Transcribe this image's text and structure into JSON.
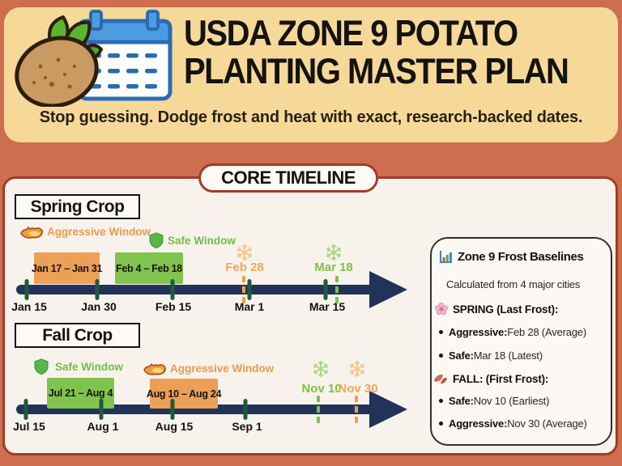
{
  "header": {
    "title_line1": "USDA ZONE 9 POTATO",
    "title_line2": "PLANTING MASTER PLAN",
    "subtitle": "Stop guessing. Dodge frost and heat with exact, research-backed dates."
  },
  "section_heading": "CORE TIMELINE",
  "spring": {
    "label": "Spring Crop",
    "legend": {
      "aggressive": "Aggressive Window",
      "safe": "Safe Window"
    },
    "aggressive_window": "Jan 17 – Jan 31",
    "safe_window": "Feb 4 – Feb 18",
    "frost_markers": {
      "aggressive": "Feb 28",
      "safe": "Mar 18"
    },
    "axis_labels": [
      "Jan 15",
      "Jan 30",
      "Feb 15",
      "Mar 1",
      "Mar 15"
    ]
  },
  "fall": {
    "label": "Fall Crop",
    "legend": {
      "safe": "Safe Window",
      "aggressive": "Aggressive Window"
    },
    "safe_window": "Jul 21 – Aug 4",
    "aggressive_window": "Aug 10 – Aug 24",
    "frost_markers": {
      "safe": "Nov 10",
      "aggressive": "Nov 30"
    },
    "axis_labels": [
      "Jul 15",
      "Aug 1",
      "Aug 15",
      "Sep 1"
    ]
  },
  "frost_panel": {
    "title": "Zone 9 Frost Baselines",
    "subtitle": "Calculated from 4 major cities",
    "spring_heading": "SPRING (Last Frost):",
    "spring_items": [
      {
        "label": "Aggressive:",
        "value": " Feb 28 (Average)"
      },
      {
        "label": "Safe:",
        "value": " Mar 18 (Latest)"
      }
    ],
    "fall_heading": "FALL: (First Frost):",
    "fall_items": [
      {
        "label": "Safe:",
        "value": " Nov 10 (Earliest)"
      },
      {
        "label": "Aggressive:",
        "value": " Nov 30 (Average)"
      }
    ]
  },
  "icons": {
    "potato-icon": "svg-potato-with-leaves",
    "calendar-icon": "svg-calendar",
    "flame-icon": "svg-flame",
    "shield-icon": "svg-shield",
    "snowflake-icon": "svg-snowflake",
    "bar-chart-icon": "svg-bars",
    "blossom-icon": "svg-pink-flower",
    "autumn-leaves-icon": "svg-leaves",
    "bullet-icon": "css-dot"
  },
  "colors": {
    "background_terracotta": "#cd6f4e",
    "header_cream": "#f6d999",
    "panel_offwhite": "#f8f2ec",
    "border_brick": "#a23b28",
    "timeline_navy": "#22335a",
    "aggressive_orange": "#ec9f57",
    "safe_green": "#7cc24a",
    "tick_dark_green": "#1f5a3a",
    "text_black": "#17140f"
  }
}
